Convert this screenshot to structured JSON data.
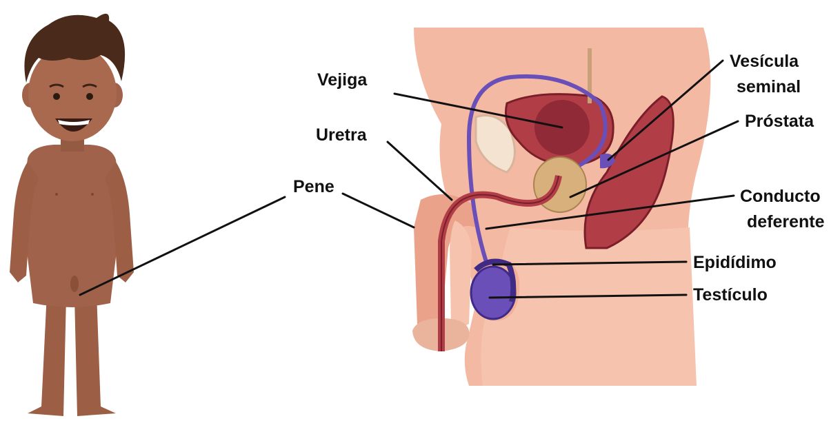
{
  "labels": {
    "bladder": "Vejiga",
    "urethra": "Uretra",
    "penis": "Pene",
    "seminal_vesicle_line1": "Vesícula",
    "seminal_vesicle_line2": "seminal",
    "prostate": "Próstata",
    "vas_deferens_line1": "Conducto",
    "vas_deferens_line2": "deferente",
    "epididymis": "Epidídimo",
    "testicle": "Testículo"
  },
  "colors": {
    "skin_boy": "#a0624a",
    "skin_boy_light": "#b8765b",
    "hair": "#4a2a1a",
    "body_pink": "#f4b9a3",
    "body_pink_dark": "#eaa28a",
    "organ_red": "#b13d47",
    "organ_dark": "#7a1f2a",
    "duct_purple": "#6b4fb8",
    "duct_purple_dark": "#3f2a86",
    "prostate_tan": "#d8b07c",
    "line": "#111111"
  },
  "icons": [
    "boy-figure",
    "reproductive-system-cross-section"
  ]
}
